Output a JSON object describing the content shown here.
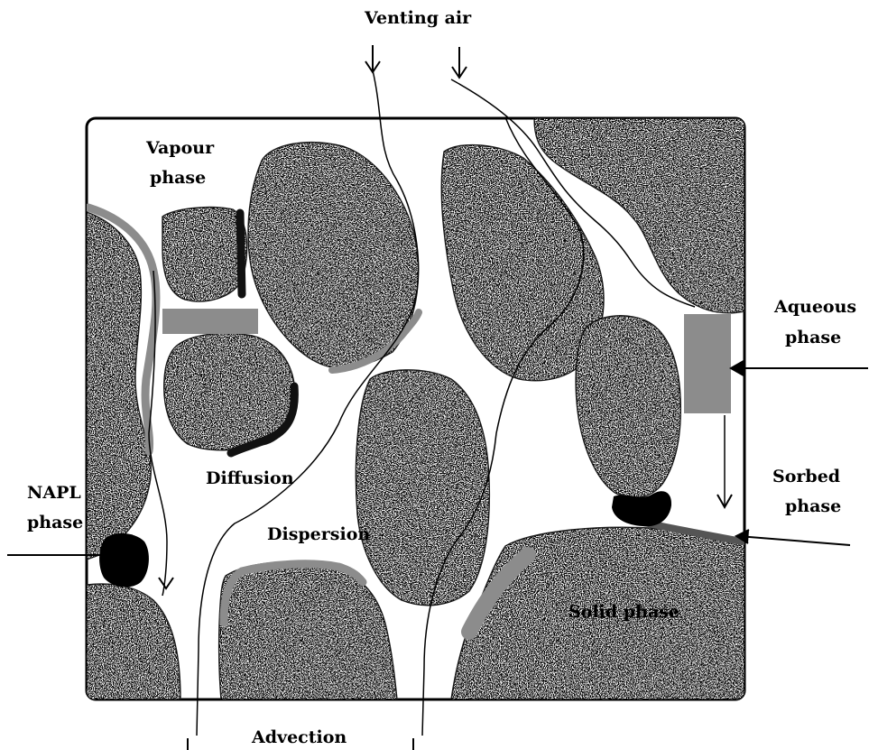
{
  "labels": {
    "venting_air": "Venting air",
    "vapour_line1": "Vapour",
    "vapour_line2": "phase",
    "aqueous_line1": "Aqueous",
    "aqueous_line2": "phase",
    "diffusion": "Diffusion",
    "napl_line1": "NAPL",
    "napl_line2": "phase",
    "sorbed_line1": "Sorbed",
    "sorbed_line2": "phase",
    "dispersion": "Dispersion",
    "solid_phase": "Solid phase",
    "advection": "Advection"
  },
  "colors": {
    "grain_speckle": "#1a1a1a",
    "aqueous_film": "#8c8c8c",
    "napl": "#000000",
    "sorbed": "#1a1a1a",
    "frame": "#000000",
    "background": "#ffffff"
  }
}
